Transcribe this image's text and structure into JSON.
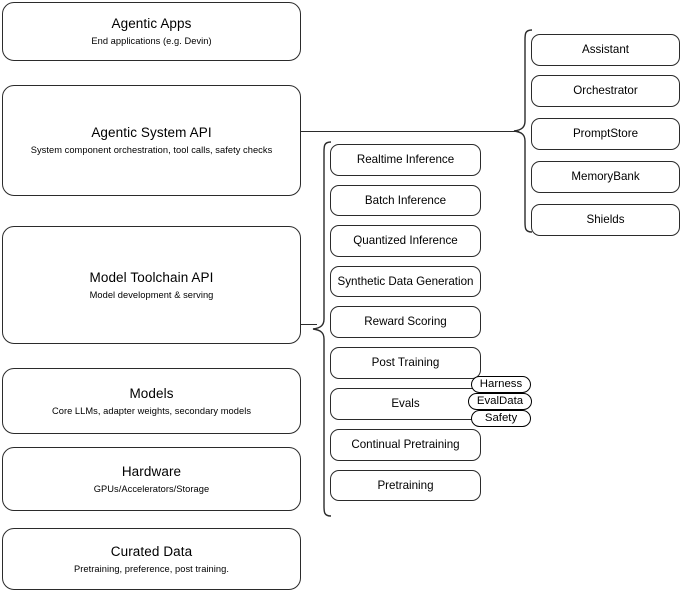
{
  "diagram": {
    "title": "AI stack layers diagram",
    "stroke_color": "#2b2b2b",
    "background_color": "#ffffff",
    "left_stack": [
      {
        "title": "Agentic Apps",
        "subtitle": "End applications (e.g. Devin)"
      },
      {
        "title": "Agentic System API",
        "subtitle": "System component orchestration, tool calls, safety checks"
      },
      {
        "title": "Model Toolchain API",
        "subtitle": "Model development & serving"
      },
      {
        "title": "Models",
        "subtitle": "Core LLMs, adapter weights, secondary models"
      },
      {
        "title": "Hardware",
        "subtitle": "GPUs/Accelerators/Storage"
      },
      {
        "title": "Curated Data",
        "subtitle": "Pretraining, preference, post training."
      }
    ],
    "agentic_components": [
      "Assistant",
      "Orchestrator",
      "PromptStore",
      "MemoryBank",
      "Shields"
    ],
    "toolchain_components": [
      "Realtime Inference",
      "Batch Inference",
      "Quantized Inference",
      "Synthetic Data Generation",
      "Reward Scoring",
      "Post Training",
      "Evals",
      "Continual Pretraining",
      "Pretraining"
    ],
    "evals_tags": [
      "Harness",
      "EvalData",
      "Safety"
    ]
  }
}
